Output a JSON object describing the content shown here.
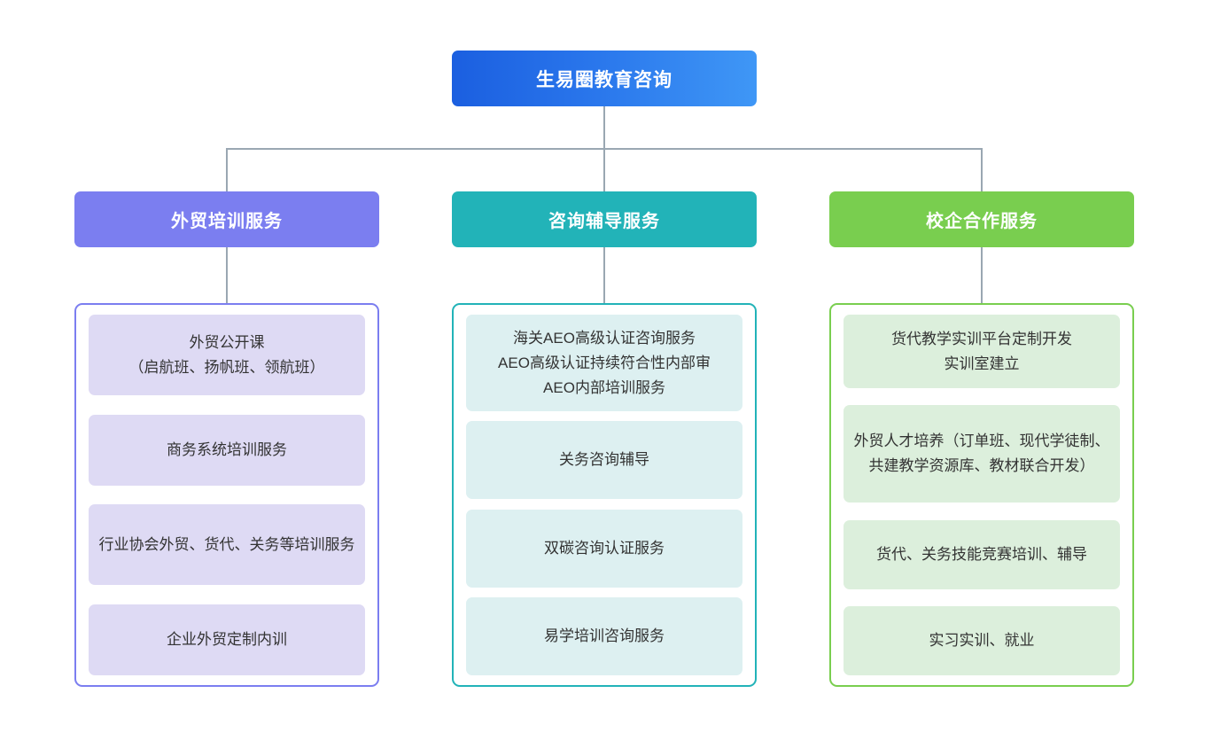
{
  "diagram": {
    "type": "organization-service-tree",
    "root": {
      "label": "生易圈教育咨询",
      "color": "#2a77ec",
      "gradient_from": "#1b5fe0",
      "gradient_to": "#3f97f6"
    },
    "connector_color": "#9aa7b2",
    "branches": [
      {
        "label": "外贸培训服务",
        "color": "#7b7ef0",
        "card_color": "#dedaf4",
        "items": [
          "外贸公开课\n（启航班、扬帆班、领航班）",
          "商务系统培训服务",
          "行业协会外贸、货代、关务等培训服务",
          "企业外贸定制内训"
        ]
      },
      {
        "label": "咨询辅导服务",
        "color": "#22b3b8",
        "card_color": "#ddf0f1",
        "items": [
          "海关AEO高级认证咨询服务\nAEO高级认证持续符合性内部审\nAEO内部培训服务",
          "关务咨询辅导",
          "双碳咨询认证服务",
          "易学培训咨询服务"
        ]
      },
      {
        "label": "校企合作服务",
        "color": "#79ce4f",
        "card_color": "#dcefdc",
        "items": [
          "货代教学实训平台定制开发\n实训室建立",
          "外贸人才培养（订单班、现代学徒制、共建教学资源库、教材联合开发）",
          "货代、关务技能竞赛培训、辅导",
          "实习实训、就业"
        ]
      }
    ]
  }
}
